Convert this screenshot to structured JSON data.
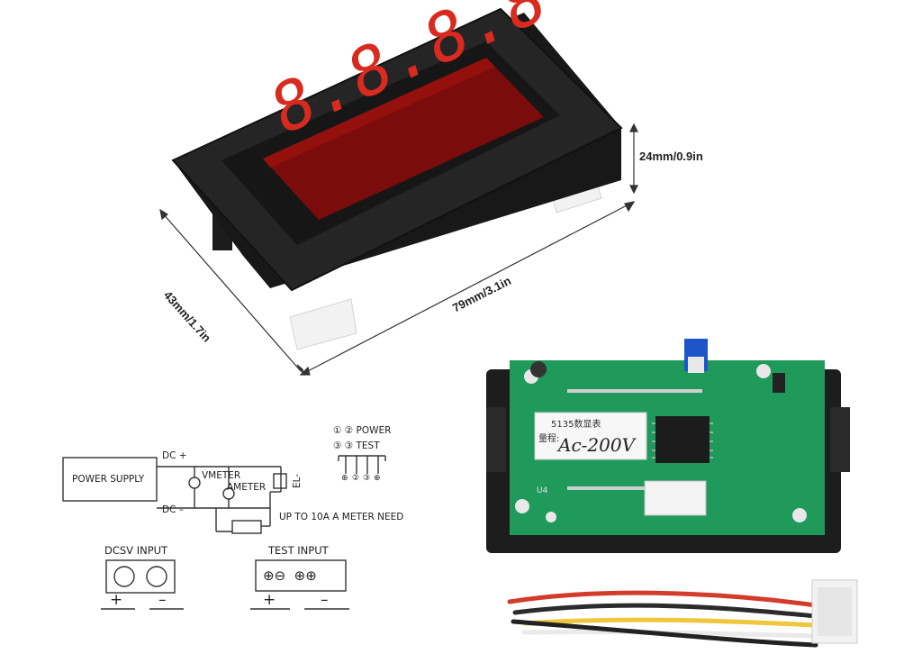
{
  "dimensions": {
    "height": "24mm/0.9in",
    "depth": "43mm/1.7in",
    "width": "79mm/3.1in"
  },
  "display": {
    "digits": "8.8.8.8",
    "digit_color": "#d82a1e"
  },
  "schematic": {
    "power_supply": "POWER SUPPLY",
    "dc_plus": "DC +",
    "dc_minus": "DC –",
    "vmeter": "VMETER",
    "ameter": "AMETER",
    "load": "EL-",
    "note": "UP TO 10A A METER NEED",
    "legend_power": "① ② POWER",
    "legend_test": "③ ③ TEST",
    "pins": [
      "⊕",
      "②",
      "③",
      "⊕"
    ]
  },
  "dcsv_input": {
    "title": "DCSV INPUT",
    "plus": "+",
    "minus": "–"
  },
  "test_input": {
    "title": "TEST INPUT",
    "plus": "+",
    "minus": "–"
  },
  "pcb": {
    "label_line1": "5135数显表",
    "label_line2": "量程:",
    "handwritten": "Ac-200V",
    "marking": "U4"
  }
}
